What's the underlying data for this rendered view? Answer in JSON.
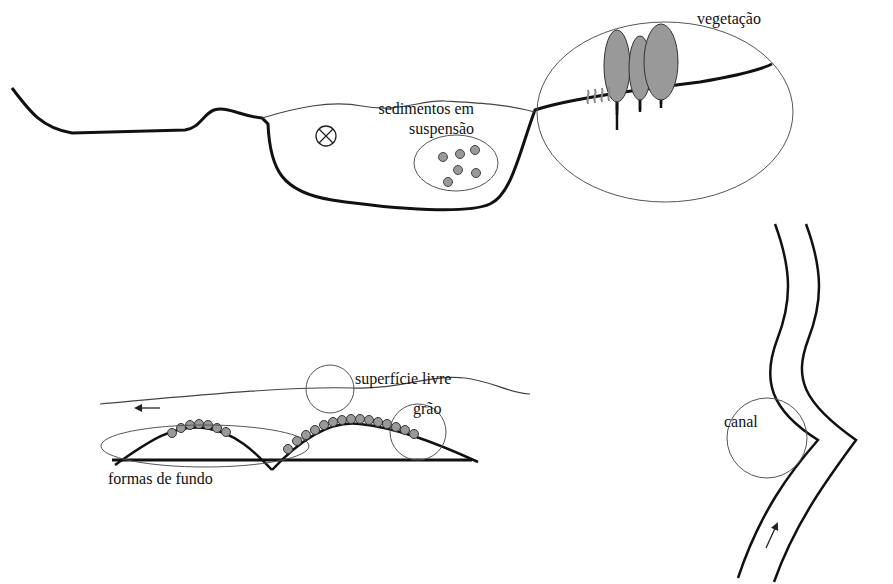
{
  "diagram": {
    "labels": [
      "vegetação",
      "sedimentos em suspensão",
      "superfície livre",
      "grão",
      "canal",
      "formas de fundo"
    ]
  }
}
